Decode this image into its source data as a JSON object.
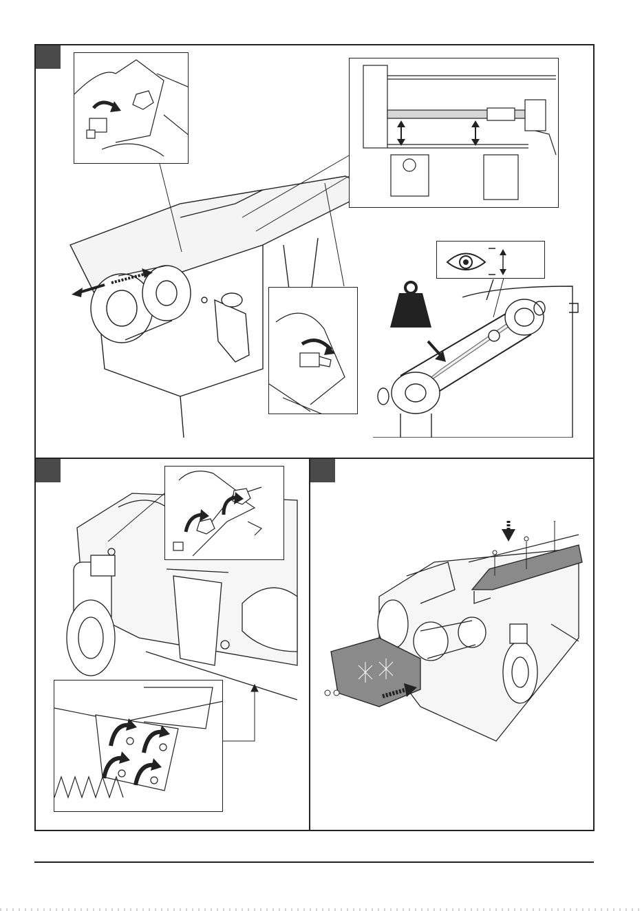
{
  "page": {
    "steps": [
      {
        "id": "step-1",
        "marker_color": "#4a4a4a"
      },
      {
        "id": "step-2",
        "marker_color": "#4a4a4a"
      },
      {
        "id": "step-3",
        "marker_color": "#4a4a4a"
      }
    ],
    "icons": [
      "rotate-clockwise-icon",
      "double-arrow-horizontal-icon",
      "double-arrow-vertical-icon",
      "eye-icon",
      "weight-icon",
      "press-arrow-icon",
      "rotate-counterclockwise-icon"
    ],
    "colors": {
      "line": "#222222",
      "marker": "#4a4a4a",
      "shade": "#cfcfcf",
      "cover": "#8a8a8a"
    }
  }
}
